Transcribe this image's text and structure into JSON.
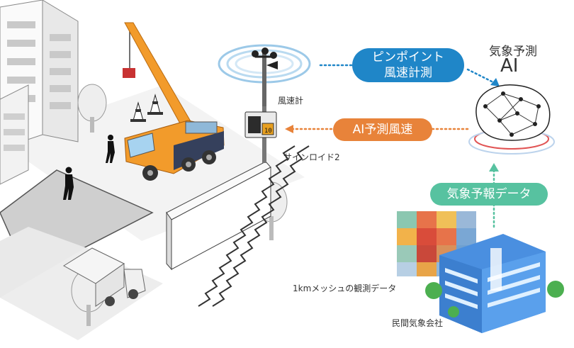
{
  "labels": {
    "pinpoint_line1": "ピンポイント",
    "pinpoint_line2": "風速計測",
    "ai_title": "気象予測",
    "ai_sub": "AI",
    "anemometer": "風速計",
    "ai_forecast": "AI予測風速",
    "signloid": "サインロイド2",
    "weather_data": "気象予報データ",
    "mesh_data": "1kmメッシュの観測データ",
    "company": "民間気象会社"
  },
  "colors": {
    "blue_pill": "#1f86c8",
    "orange_pill": "#e8833a",
    "green_pill": "#57c2a0",
    "crane_orange": "#f29b2b",
    "building_blue": "#4a8fe0"
  }
}
